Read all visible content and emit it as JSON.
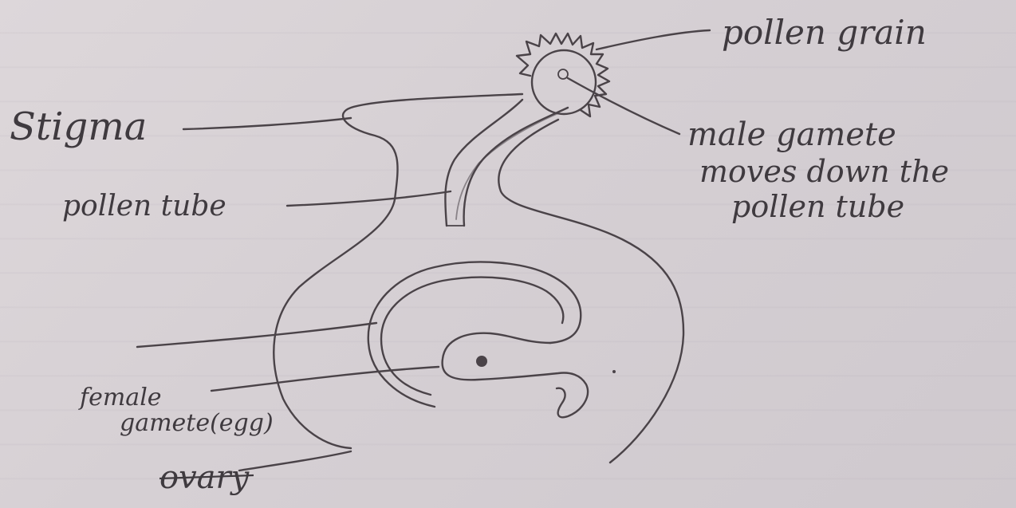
{
  "labels": {
    "pollen_grain": "pollen grain",
    "male_gamete_line1": "male gamete",
    "male_gamete_line2": "moves down the",
    "male_gamete_line3": "pollen tube",
    "stigma": "Stigma",
    "pollen_tube": "pollen tube",
    "female_gamete_line1": "female",
    "female_gamete_line2": "gamete(egg)",
    "ovary": "ovary"
  },
  "colors": {
    "ink": "#4a4348",
    "paper": "#d8d2d6"
  }
}
